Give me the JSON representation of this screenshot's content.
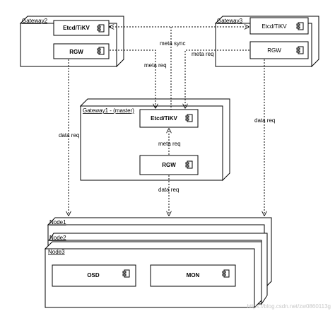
{
  "nodes": {
    "gateway2": {
      "title": "Gateway2",
      "etcd": "Etcd/TiKV",
      "rgw": "RGW"
    },
    "gateway3": {
      "title": "Gateway3",
      "etcd": "Etcd/TiKV",
      "rgw": "RGW"
    },
    "gateway1": {
      "title": "Gateway1 - (master)",
      "etcd": "Etcd/TiKV",
      "rgw": "RGW"
    },
    "node1": {
      "title": "Node1"
    },
    "node2": {
      "title": "Node2"
    },
    "node3": {
      "title": "Node3",
      "osd": "OSD",
      "mon": "MON"
    }
  },
  "edges": {
    "meta_sync": "meta sync",
    "meta_req_left": "meta req",
    "meta_req_right": "meta req",
    "meta_req_center": "meta req",
    "data_req_left": "data req",
    "data_req_center": "data req",
    "data_req_right": "data req"
  },
  "watermark": "https://blog.csdn.net/zw0860113g"
}
